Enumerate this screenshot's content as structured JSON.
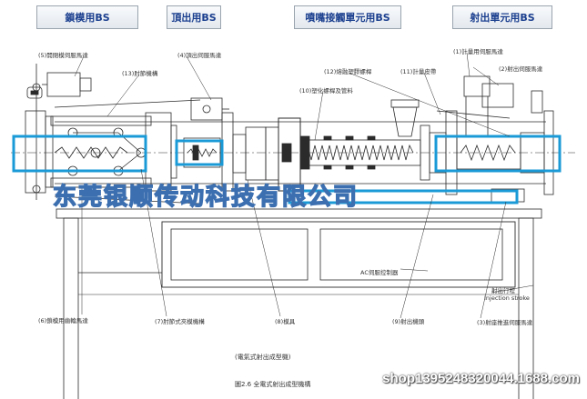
{
  "headers": {
    "clamp": "鎖模用BS",
    "ejector": "頂出用BS",
    "nozzle": "噴嘴接觸單元用BS",
    "injection": "射出單元用BS"
  },
  "labels": {
    "l5": "(5)開閉模伺服馬達",
    "l13": "(13)肘節機構",
    "l4": "(4)頂出伺服馬達",
    "l12": "(12)熔融塑膠螺桿",
    "l11": "(11)計量皮帶",
    "l10": "(10)塑化螺桿及管料",
    "l1": "(1)計量用伺服馬達",
    "l2": "(2)射出伺服馬達",
    "ac": "AC伺服控制器",
    "stroke_cn": "射出行程",
    "stroke_en": "Injection stroke",
    "l6": "(6)鎖模用齒輪馬達",
    "l7": "(7)肘節式夾模機構",
    "l8": "(8)模具",
    "l9": "(9)射出機頭",
    "l3": "(3)射座推進伺服馬達"
  },
  "caption": {
    "sub": "(電氣式射出成型機)",
    "main": "圖2.6  全電式射出成型機構"
  },
  "watermark": {
    "company": "东莞银顺传动科技有限公司",
    "shop": "shop1395248320044.1688.com"
  },
  "colors": {
    "highlight": "#1a9ad6",
    "line": "#2b2b2b",
    "watermark_stroke": "#3c6fb0"
  }
}
